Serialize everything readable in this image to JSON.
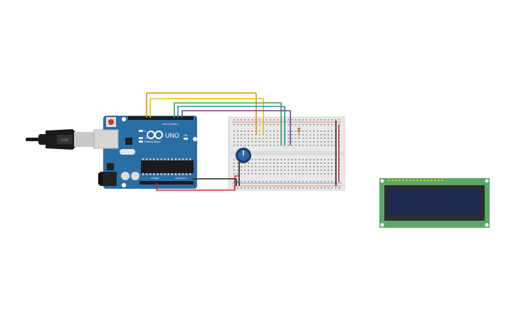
{
  "board": {
    "brand": "ARDUINO",
    "model": "UNO",
    "usb_label": "USB",
    "header_label_digital": "DIGITAL (PWM~)",
    "header_label_power": "POWER",
    "header_label_analog": "ANALOG IN",
    "led_labels": [
      "L",
      "TX",
      "RX",
      "ON"
    ]
  },
  "colors": {
    "board_blue": "#2a6ea6",
    "breadboard": "#e8e8e8",
    "wire_orange": "#e88a00",
    "wire_yellow": "#e6c300",
    "wire_green": "#3aa53a",
    "wire_teal": "#1d8fa8",
    "wire_purple": "#6b3fa0",
    "wire_red": "#d42a2a",
    "wire_black": "#222222",
    "lcd_pcb": "#5aa86a",
    "lcd_screen": "#1e2a4e"
  },
  "components": {
    "potentiometer": "potentiometer",
    "resistor": "resistor",
    "lcd": "lcd-16x2"
  }
}
